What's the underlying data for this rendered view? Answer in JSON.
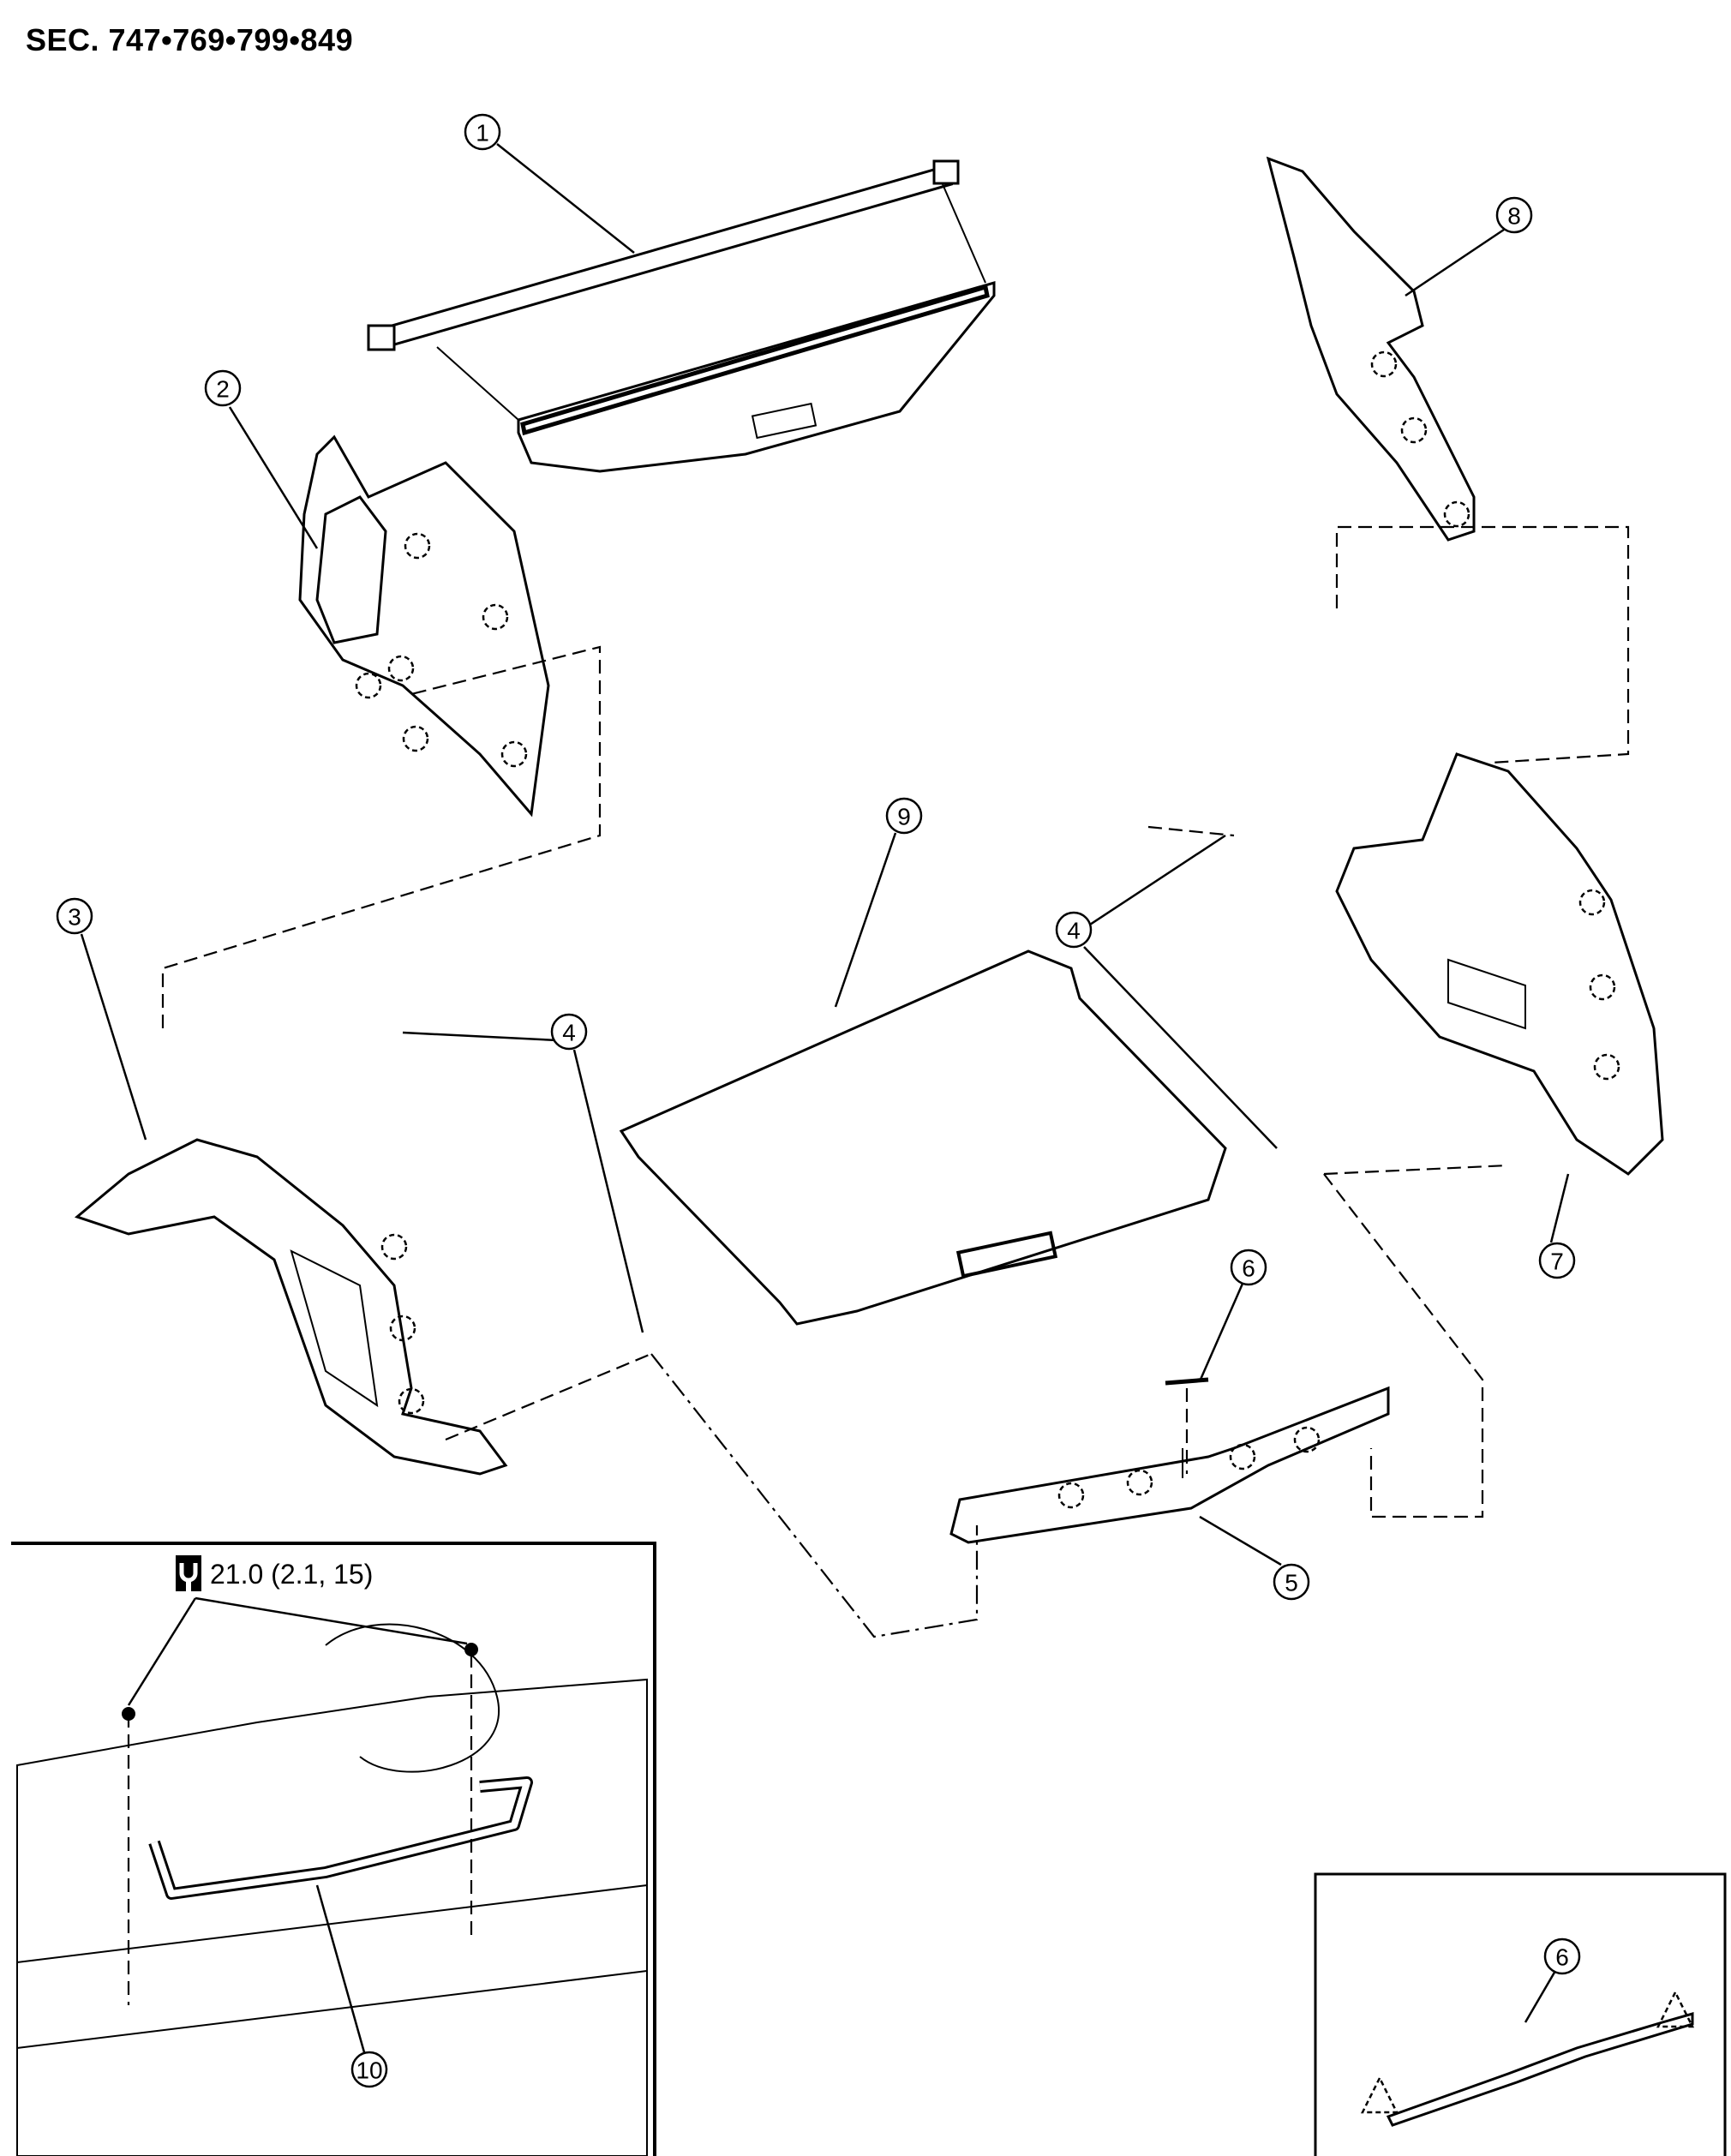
{
  "header": {
    "section": "SEC. 747•769•799•849"
  },
  "callouts": {
    "c1": "1",
    "c2": "2",
    "c3": "3",
    "c4a": "4",
    "c4b": "4",
    "c5": "5",
    "c6": "6",
    "c7": "7",
    "c8": "8",
    "c9": "9",
    "c10": "10",
    "c6_inset": "6"
  },
  "torque": {
    "icon": "wrench-torque-icon",
    "value": "21.0 (2.1, 15)"
  }
}
